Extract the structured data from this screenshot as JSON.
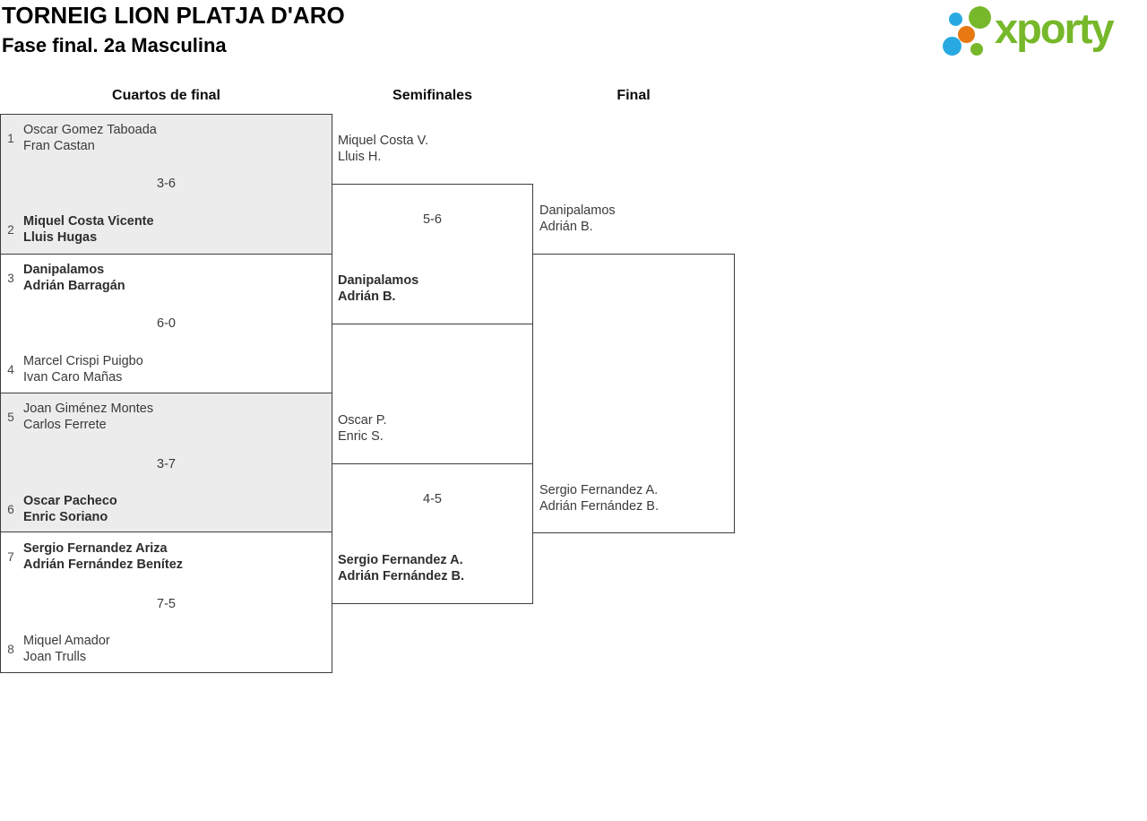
{
  "page": {
    "title": "TORNEIG LION PLATJA D'ARO",
    "subtitle": "Fase final. 2a Masculina"
  },
  "logo": {
    "wordmark": "xporty",
    "colors": {
      "green": "#76b82a",
      "blue": "#29a9e1",
      "orange": "#e87811"
    }
  },
  "round_headers": {
    "quarterfinals": "Cuartos de final",
    "semifinals": "Semifinales",
    "final": "Final"
  },
  "quarterfinals": [
    {
      "top": {
        "seed": "1",
        "name1": "Oscar Gomez Taboada",
        "name2": "Fran Castan",
        "winner": false
      },
      "score": "3-6",
      "bottom": {
        "seed": "2",
        "name1": "Miquel Costa Vicente",
        "name2": "Lluis Hugas",
        "winner": true
      }
    },
    {
      "top": {
        "seed": "3",
        "name1": "Danipalamos",
        "name2": "Adrián Barragán",
        "winner": true
      },
      "score": "6-0",
      "bottom": {
        "seed": "4",
        "name1": "Marcel Crispi Puigbo",
        "name2": "Ivan Caro Mañas",
        "winner": false
      }
    },
    {
      "top": {
        "seed": "5",
        "name1": "Joan Giménez Montes",
        "name2": "Carlos Ferrete",
        "winner": false
      },
      "score": "3-7",
      "bottom": {
        "seed": "6",
        "name1": "Oscar Pacheco",
        "name2": "Enric Soriano",
        "winner": true
      }
    },
    {
      "top": {
        "seed": "7",
        "name1": "Sergio Fernandez Ariza",
        "name2": "Adrián Fernández Benítez",
        "winner": true
      },
      "score": "7-5",
      "bottom": {
        "seed": "8",
        "name1": "Miquel Amador",
        "name2": "Joan Trulls",
        "winner": false
      }
    }
  ],
  "semifinals": [
    {
      "top": {
        "name1": "Miquel Costa V.",
        "name2": "Lluis H.",
        "winner": false
      },
      "score": "5-6",
      "bottom": {
        "name1": "Danipalamos",
        "name2": "Adrián B.",
        "winner": true
      }
    },
    {
      "top": {
        "name1": "Oscar P.",
        "name2": "Enric S.",
        "winner": false
      },
      "score": "4-5",
      "bottom": {
        "name1": "Sergio Fernandez A.",
        "name2": "Adrián Fernández B.",
        "winner": true
      }
    }
  ],
  "final": {
    "top": {
      "name1": "Danipalamos",
      "name2": "Adrián B.",
      "winner": false
    },
    "bottom": {
      "name1": "Sergio Fernandez A.",
      "name2": "Adrián Fernández B.",
      "winner": false
    }
  }
}
